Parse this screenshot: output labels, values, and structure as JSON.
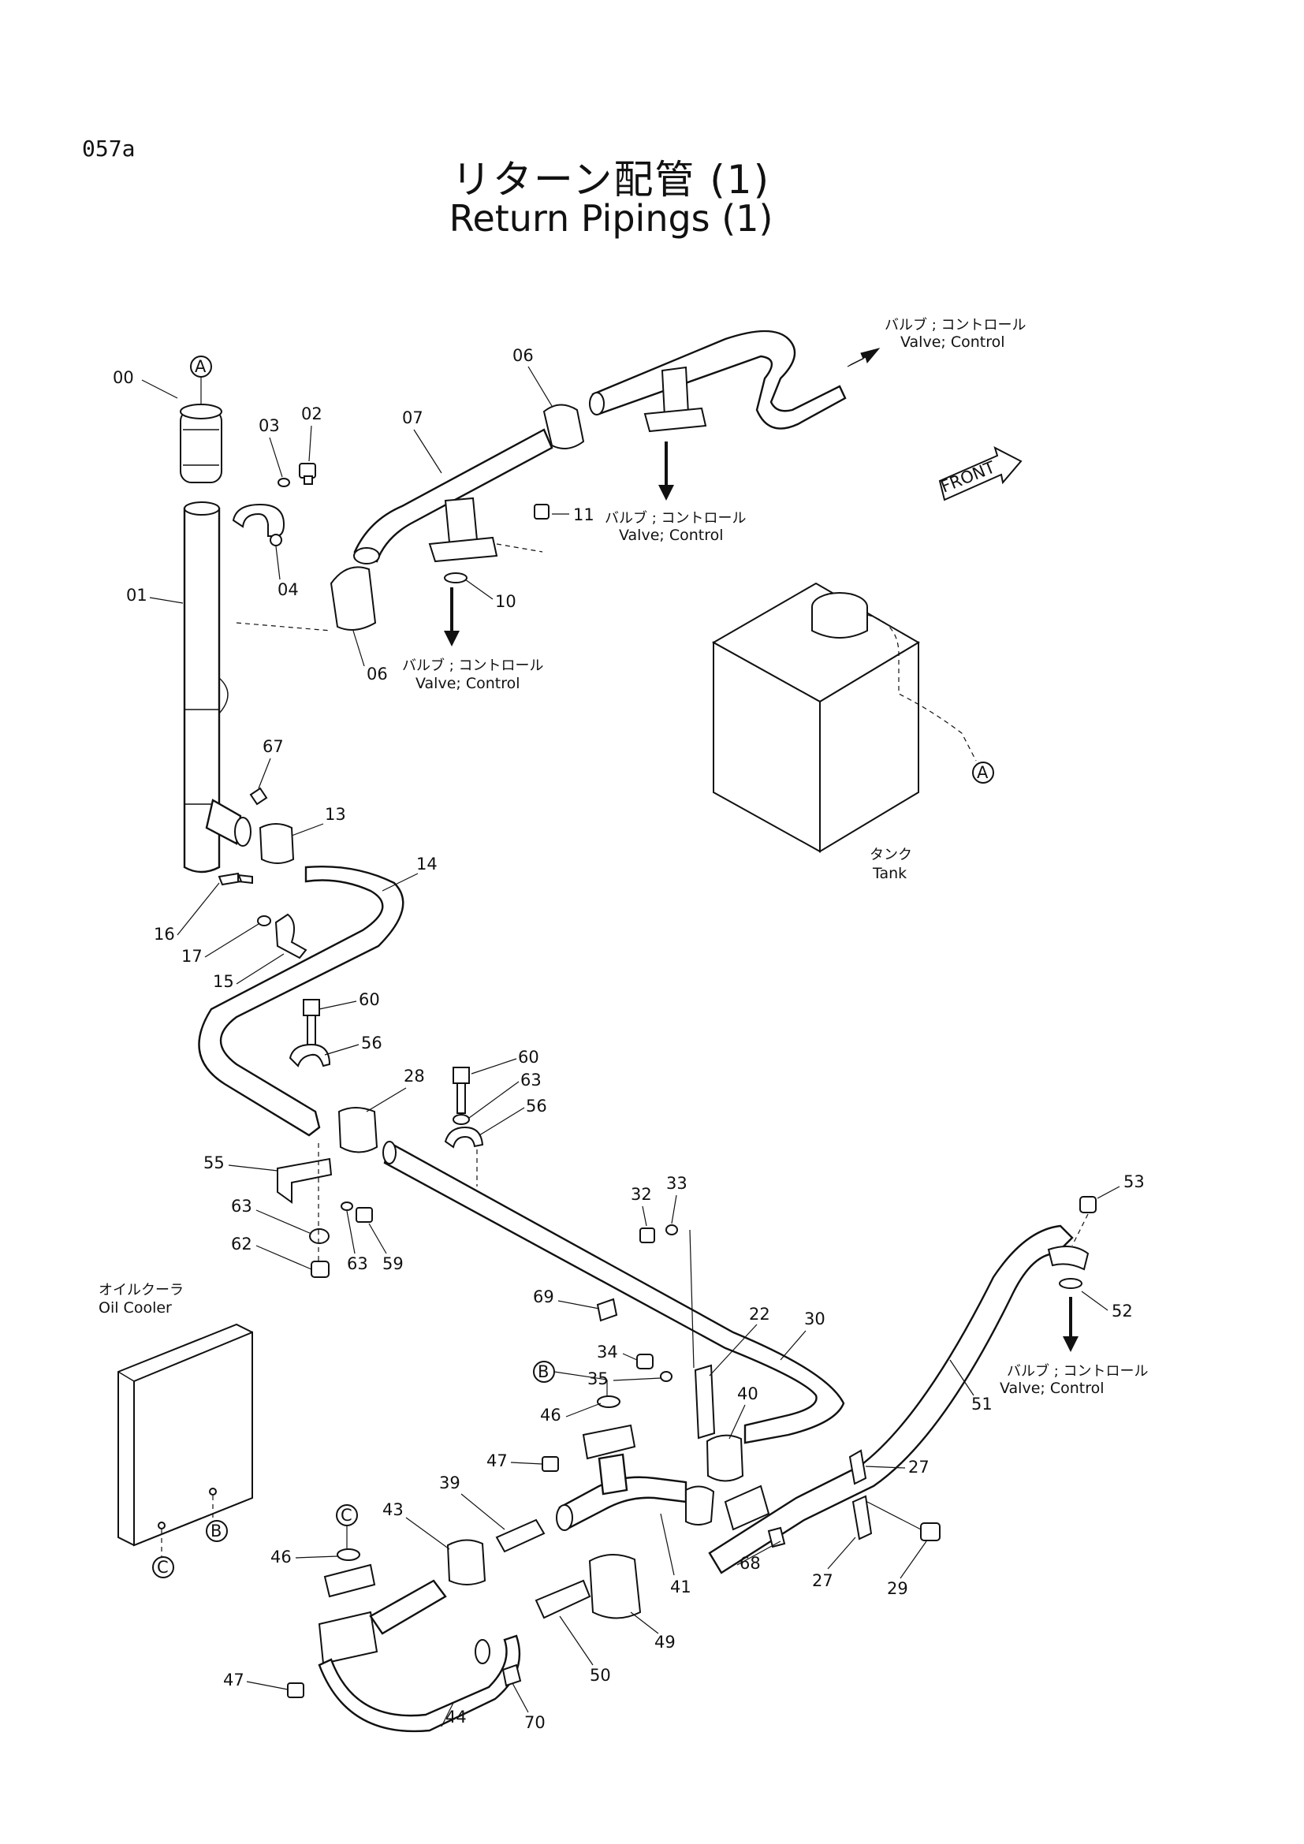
{
  "page_code": "057a",
  "title": {
    "japanese": "リターン配管 (1)",
    "english": "Return Pipings (1)"
  },
  "callouts": {
    "valve_top": {
      "jp": "バルブ ; コントロール",
      "en": "Valve; Control"
    },
    "valve_mid": {
      "jp": "バルブ ; コントロール",
      "en": "Valve; Control"
    },
    "valve_left": {
      "jp": "バルブ ; コントロール",
      "en": "Valve; Control"
    },
    "valve_right": {
      "jp": "バルブ ; コントロール",
      "en": "Valve; Control"
    },
    "tank": {
      "jp": "タンク",
      "en": "Tank"
    },
    "oil_cooler": {
      "jp": "オイルクーラ",
      "en": "Oil Cooler"
    },
    "front": "FRONT"
  },
  "connection_markers": [
    "A",
    "A",
    "B",
    "B",
    "C",
    "C"
  ],
  "part_numbers": [
    "00",
    "01",
    "02",
    "03",
    "04",
    "06",
    "06",
    "07",
    "10",
    "11",
    "13",
    "14",
    "15",
    "16",
    "17",
    "22",
    "27",
    "27",
    "28",
    "29",
    "30",
    "32",
    "33",
    "34",
    "35",
    "39",
    "40",
    "41",
    "43",
    "44",
    "46",
    "46",
    "47",
    "47",
    "49",
    "50",
    "51",
    "52",
    "53",
    "55",
    "56",
    "56",
    "59",
    "60",
    "60",
    "62",
    "63",
    "63",
    "63",
    "67",
    "68",
    "69",
    "70"
  ]
}
